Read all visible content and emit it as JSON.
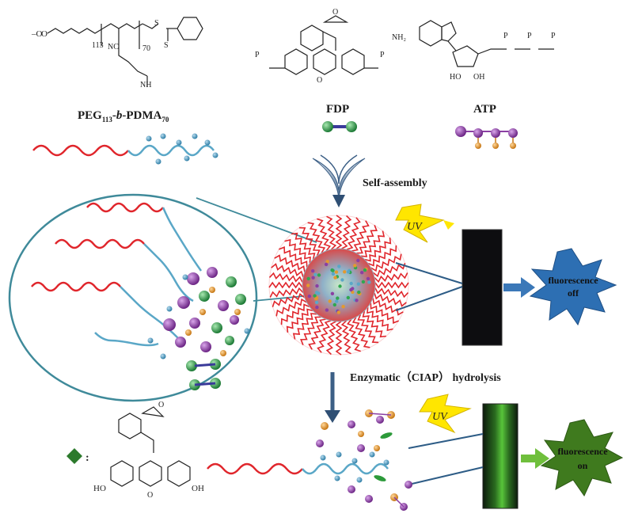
{
  "labels": {
    "polymer": "PEG113-b-PDMA70",
    "polymer_main": "PEG",
    "polymer_sub1": "113",
    "polymer_mid": "-",
    "polymer_b": "b",
    "polymer_mid2": "-PDMA",
    "polymer_sub2": "70",
    "fdp": "FDP",
    "atp": "ATP",
    "self_assembly": "Self-assembly",
    "uv_top": "UV",
    "uv_bottom": "UV",
    "fluorescence_off_1": "fluorescence",
    "fluorescence_off_2": "off",
    "fluorescence_on_1": "fluorescence",
    "fluorescence_on_2": "on",
    "enzymatic": "Enzymatic（CIAP） hydrolysis",
    "diamond_colon": ":"
  },
  "structures": {
    "peg_chain": "O",
    "peg_sub": "113",
    "pdma_sub": "70",
    "nc": "NC",
    "amine": "NH",
    "nh2": "NH₂",
    "ho_left": "HO",
    "ho_right": "OH",
    "oh1": "HO",
    "oh2": "OH",
    "s1": "S",
    "s2": "S",
    "p": "P",
    "o_minus": "O⁻",
    "o": "O",
    "n": "N"
  },
  "colors": {
    "peg_red": "#e0262c",
    "pdma_blue": "#5aa7c7",
    "fdp_green": "#2fa84f",
    "atp_purple": "#8b3fa3",
    "atp_orange": "#e39a2e",
    "uv_yellow": "#ffe600",
    "burst_blue": "#2d6fb3",
    "burst_green": "#3f7a1e",
    "arrow_blue": "#3b78b8",
    "arrow_green": "#6fbf3c",
    "ellipse": "#3f8a9a"
  }
}
